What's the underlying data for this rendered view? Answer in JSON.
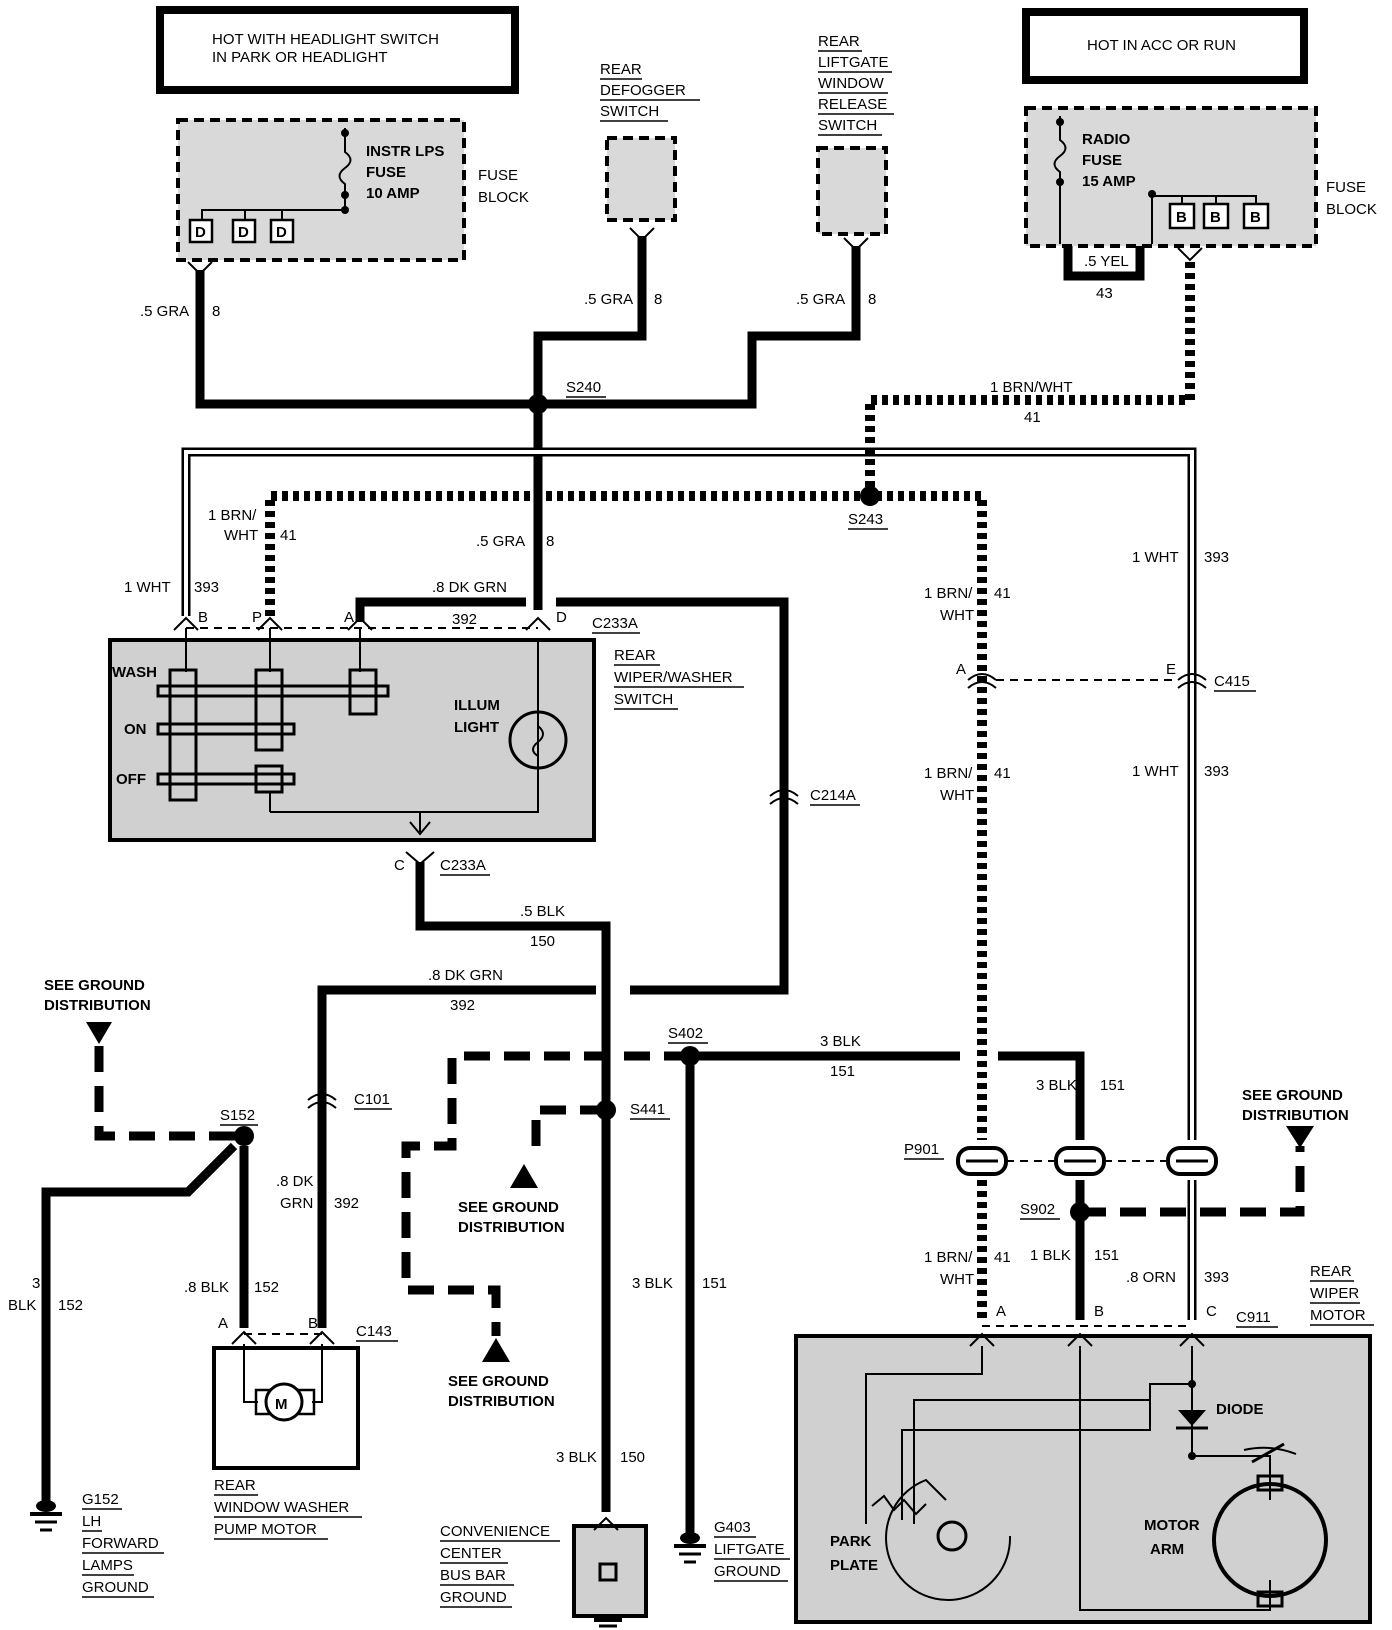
{
  "banners": {
    "left": [
      "HOT WITH HEADLIGHT SWITCH",
      "IN PARK OR HEADLIGHT"
    ],
    "right": "HOT IN ACC OR RUN"
  },
  "fuse_block_left": {
    "fuse_lines": [
      "INSTR LPS",
      "FUSE",
      "10 AMP"
    ],
    "name": [
      "FUSE",
      "BLOCK"
    ],
    "terminals": [
      "D",
      "D",
      "D"
    ]
  },
  "fuse_block_right": {
    "fuse_lines": [
      "RADIO",
      "FUSE",
      "15 AMP"
    ],
    "name": [
      "FUSE",
      "BLOCK"
    ],
    "terminals": [
      "B",
      "B",
      "B"
    ]
  },
  "switches": {
    "defogger": [
      "REAR",
      "DEFOGGER",
      "SWITCH"
    ],
    "liftgate": [
      "REAR",
      "LIFTGATE",
      "WINDOW",
      "RELEASE",
      "SWITCH"
    ]
  },
  "wires": {
    "gra_left": ".5 GRA",
    "gra_left_num": "8",
    "gra_def": ".5 GRA",
    "gra_def_num": "8",
    "gra_lift": ".5 GRA",
    "gra_lift_num": "8",
    "yel": ".5 YEL",
    "yel_num": "43",
    "brn_top": "1 BRN/WHT",
    "brn_top_num": "41",
    "brn_left_a": "1 BRN/",
    "brn_left_b": "WHT",
    "brn_left_num": "41",
    "gra_mid": ".5 GRA",
    "gra_mid_num": "8",
    "wht_left": "1 WHT",
    "wht_left_num": "393",
    "dkgrn_top": ".8 DK GRN",
    "dkgrn_top_num": "392",
    "brn_r1_a": "1 BRN/",
    "brn_r1_b": "WHT",
    "brn_r1_num": "41",
    "wht_r1": "1 WHT",
    "wht_r1_num": "393",
    "brn_r2_a": "1 BRN/",
    "brn_r2_b": "WHT",
    "brn_r2_num": "41",
    "wht_r2": "1 WHT",
    "wht_r2_num": "393",
    "blk150": ".5 BLK",
    "blk150_num": "150",
    "dkgrn_mid": ".8 DK GRN",
    "dkgrn_mid_num": "392",
    "blk151_top": "3 BLK",
    "blk151_top_num": "151",
    "blk151_r": "3 BLK",
    "blk151_r_num": "151",
    "dkgrn_low_a": ".8 DK",
    "dkgrn_low_b": "GRN",
    "dkgrn_low_num": "392",
    "blk152_l_a": "3",
    "blk152_l_b": "BLK",
    "blk152_l_num": "152",
    "blk152": ".8 BLK",
    "blk152_num": "152",
    "blk151_mid": "3 BLK",
    "blk151_mid_num": "151",
    "blk150_low": "3 BLK",
    "blk150_low_num": "150",
    "brn_r3_a": "1 BRN/",
    "brn_r3_b": "WHT",
    "brn_r3_num": "41",
    "blk151_low": "1 BLK",
    "blk151_low_num": "151",
    "orn": ".8 ORN",
    "orn_num": "393"
  },
  "splices": {
    "s240": "S240",
    "s243": "S243",
    "s402": "S402",
    "s441": "S441",
    "s152": "S152",
    "s902": "S902"
  },
  "connectors": {
    "c233a_top": "C233A",
    "c233a_bot": "C233A",
    "c214a": "C214A",
    "c415": "C415",
    "c101": "C101",
    "c143": "C143",
    "c911": "C911",
    "p901": "P901",
    "pin_b": "B",
    "pin_p": "P",
    "pin_a": "A",
    "pin_d": "D",
    "pin_c": "C",
    "c415_a": "A",
    "c415_e": "E",
    "c143_a": "A",
    "c143_b": "B",
    "c911_a": "A",
    "c911_b": "B",
    "c911_c": "C"
  },
  "wiper_switch": {
    "name": [
      "REAR",
      "WIPER/WASHER",
      "SWITCH"
    ],
    "wash": "WASH",
    "on": "ON",
    "off": "OFF",
    "illum": [
      "ILLUM",
      "LIGHT"
    ]
  },
  "grounds": {
    "see_ground": [
      "SEE GROUND",
      "DISTRIBUTION"
    ],
    "g152": [
      "G152",
      "LH",
      "FORWARD",
      "LAMPS",
      "GROUND"
    ],
    "bus_bar": [
      "CONVENIENCE",
      "CENTER",
      "BUS BAR",
      "GROUND"
    ],
    "g403": [
      "G403",
      "LIFTGATE",
      "GROUND"
    ]
  },
  "pump_motor": {
    "name": [
      "REAR",
      "WINDOW WASHER",
      "PUMP MOTOR"
    ],
    "symbol": "M"
  },
  "wiper_motor": {
    "name": [
      "REAR",
      "WIPER",
      "MOTOR"
    ],
    "diode": "DIODE",
    "park": [
      "PARK",
      "PLATE"
    ],
    "motor": [
      "MOTOR",
      "ARM"
    ]
  }
}
